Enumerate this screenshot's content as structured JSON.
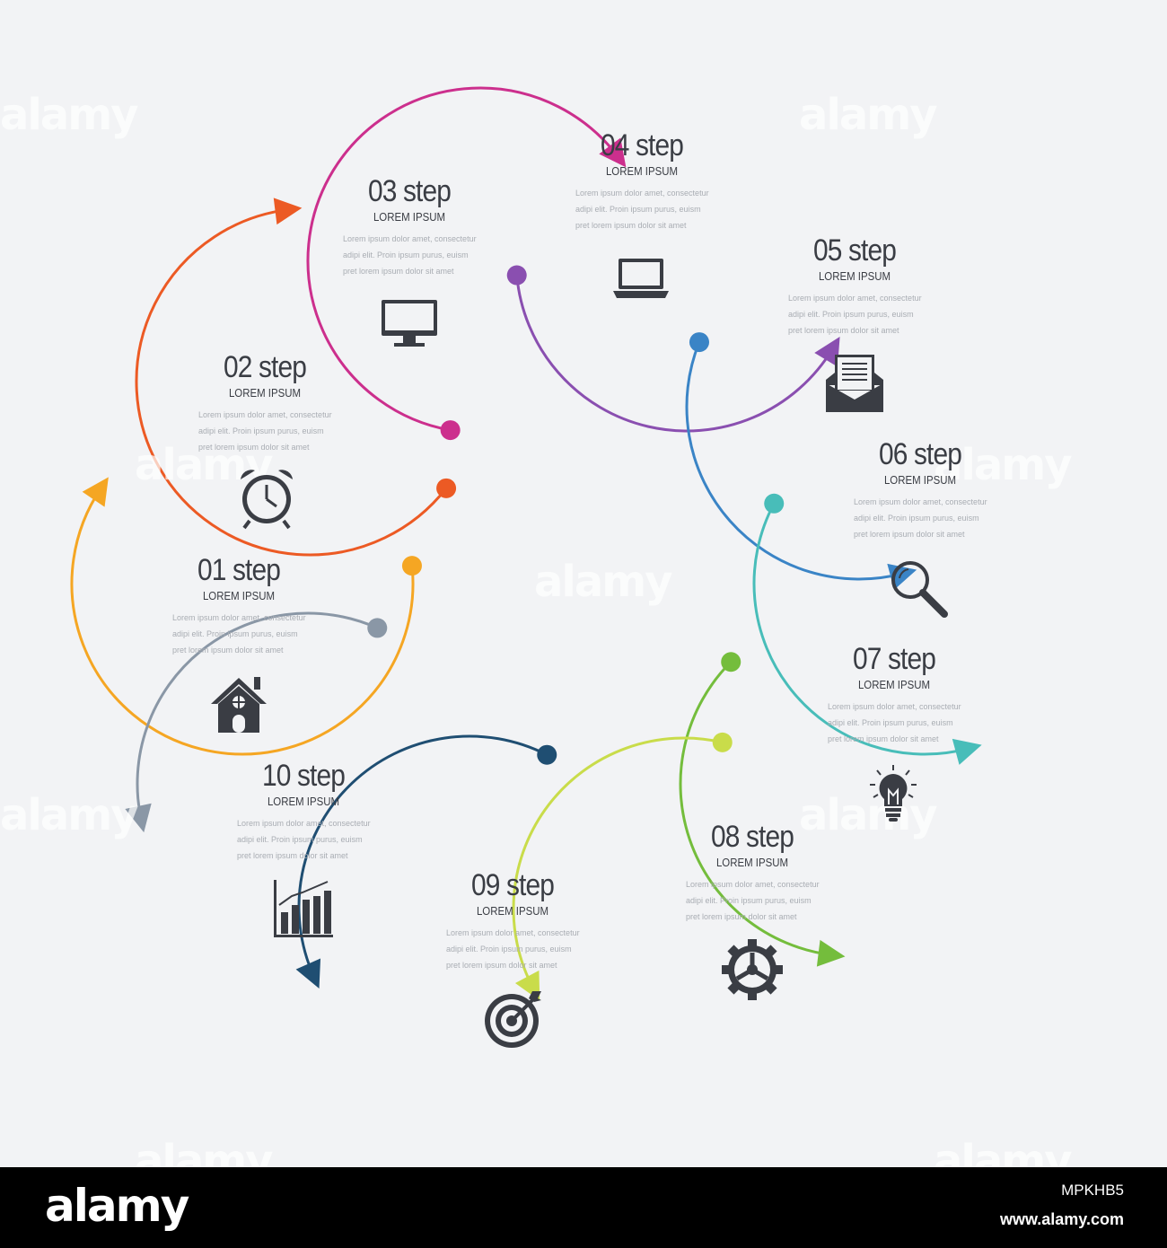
{
  "colors": {
    "background": "#f2f3f5",
    "text_dark": "#3a3d44",
    "text_light": "#a9adb3",
    "icon": "#3a3d44"
  },
  "steps": [
    {
      "title": "01 step",
      "subtitle": "LOREM IPSUM",
      "body": "Lorem ipsum dolor amet, consectetur adipi elit. Proin ipsum purus, euism pret lorem ipsum dolor sit amet",
      "color": "#f5a623",
      "icon": "house-icon"
    },
    {
      "title": "02 step",
      "subtitle": "LOREM IPSUM",
      "body": "Lorem ipsum dolor amet, consectetur adipi elit. Proin ipsum purus, euism pret lorem ipsum dolor sit amet",
      "color": "#ec5a24",
      "icon": "alarm-clock-icon"
    },
    {
      "title": "03 step",
      "subtitle": "LOREM IPSUM",
      "body": "Lorem ipsum dolor amet, consectetur adipi elit. Proin ipsum purus, euism pret lorem ipsum dolor sit amet",
      "color": "#cc2f8d",
      "icon": "monitor-icon"
    },
    {
      "title": "04 step",
      "subtitle": "LOREM IPSUM",
      "body": "Lorem ipsum dolor amet, consectetur adipi elit. Proin ipsum purus, euism pret lorem ipsum dolor sit amet",
      "color": "#8a4fb0",
      "icon": "laptop-icon"
    },
    {
      "title": "05 step",
      "subtitle": "LOREM IPSUM",
      "body": "Lorem ipsum dolor amet, consectetur adipi elit. Proin ipsum purus, euism pret lorem ipsum dolor sit amet",
      "color": "#3a84c6",
      "icon": "envelope-letter-icon"
    },
    {
      "title": "06 step",
      "subtitle": "LOREM IPSUM",
      "body": "Lorem ipsum dolor amet, consectetur adipi elit. Proin ipsum purus, euism pret lorem ipsum dolor sit amet",
      "color": "#48bdb9",
      "icon": "magnifier-icon"
    },
    {
      "title": "07 step",
      "subtitle": "LOREM IPSUM",
      "body": "Lorem ipsum dolor amet, consectetur adipi elit. Proin ipsum purus, euism pret lorem ipsum dolor sit amet",
      "color": "#74bd3c",
      "icon": "lightbulb-icon"
    },
    {
      "title": "08 step",
      "subtitle": "LOREM IPSUM",
      "body": "Lorem ipsum dolor amet, consectetur adipi elit. Proin ipsum purus, euism pret lorem ipsum dolor sit amet",
      "color": "#c9dc4a",
      "icon": "gear-icon"
    },
    {
      "title": "09 step",
      "subtitle": "LOREM IPSUM",
      "body": "Lorem ipsum dolor amet, consectetur adipi elit. Proin ipsum purus, euism pret lorem ipsum dolor sit amet",
      "color": "#1f4e72",
      "icon": "target-icon"
    },
    {
      "title": "10 step",
      "subtitle": "LOREM IPSUM",
      "body": "Lorem ipsum dolor amet, consectetur adipi elit. Proin ipsum purus, euism pret lorem ipsum dolor sit amet",
      "color": "#8a97a6",
      "icon": "bar-chart-icon"
    }
  ],
  "watermark": {
    "text": "alamy"
  },
  "footer": {
    "logo": "alamy",
    "image_id": "MPKHB5",
    "url": "www.alamy.com"
  }
}
